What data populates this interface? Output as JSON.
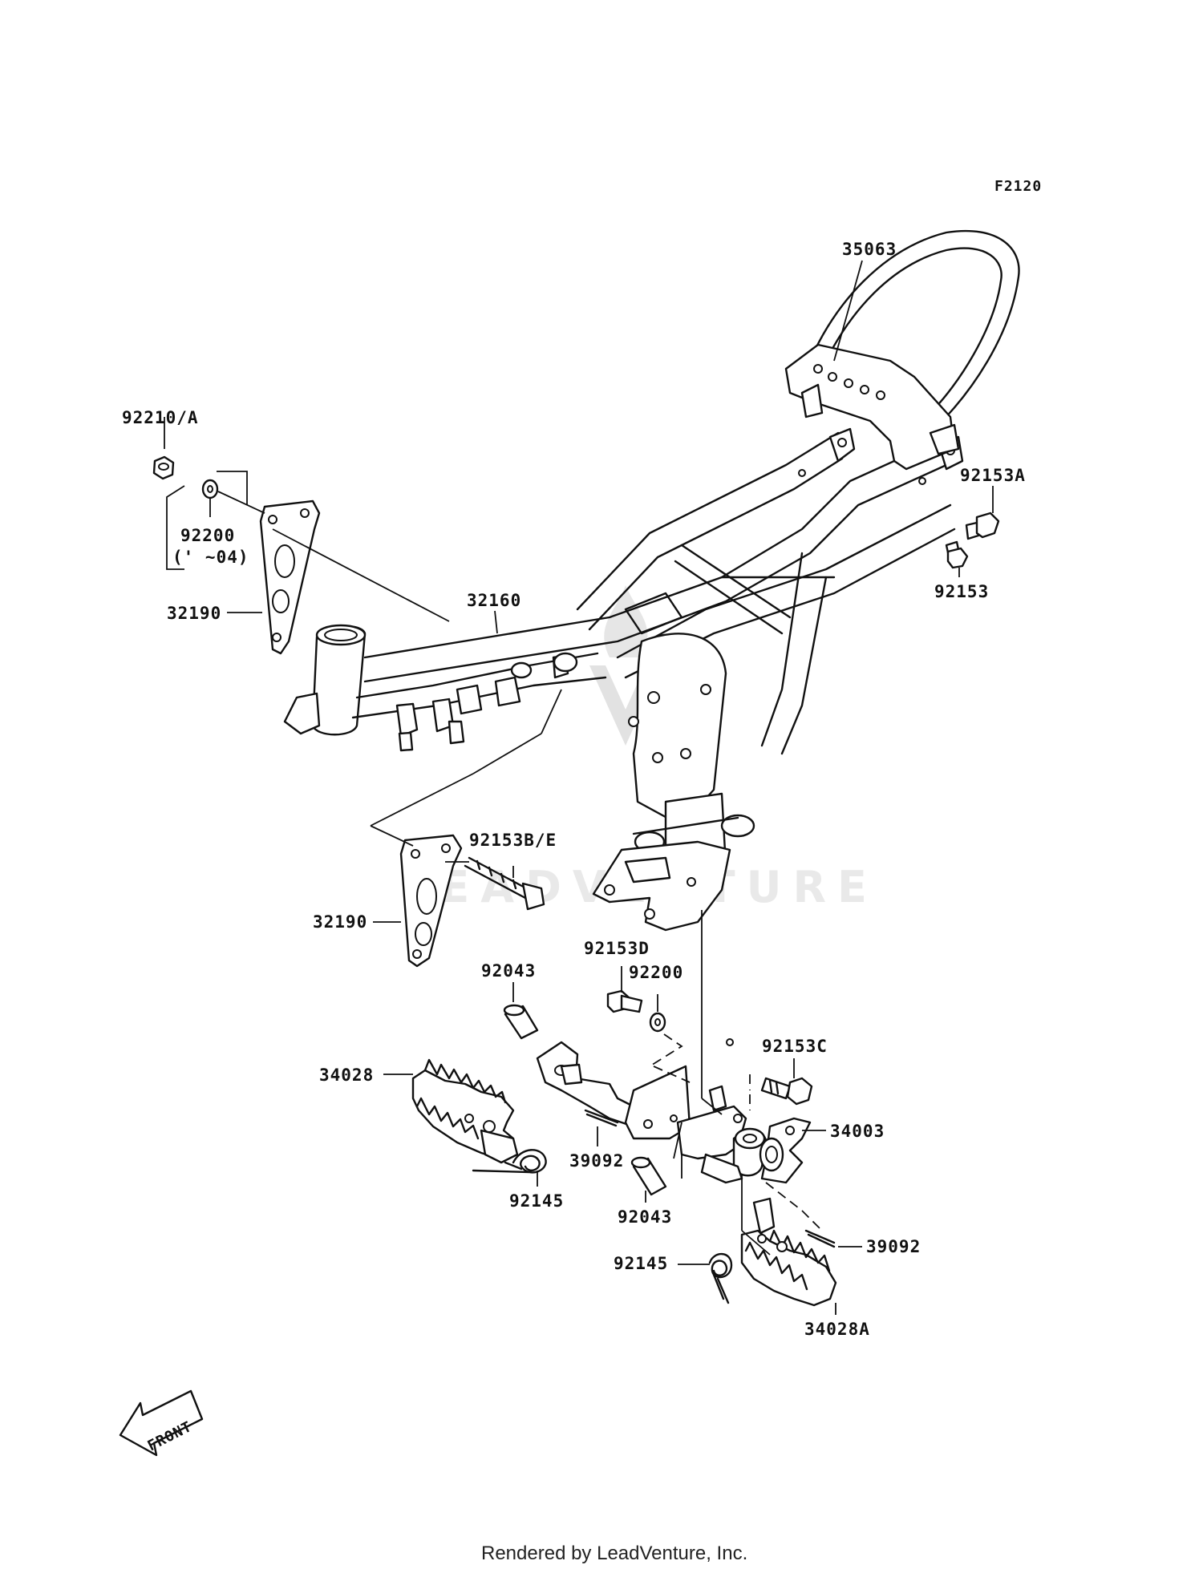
{
  "diagram": {
    "figure_code": "F2120",
    "footer": "Rendered by LeadVenture, Inc.",
    "watermark": "LEADVENTURE",
    "front_arrow": "FRONT",
    "labels": {
      "l35063": "35063",
      "l92210A": "92210/A",
      "l92200a": "92200",
      "l92200a_note": "(' ~04)",
      "l32190a": "32190",
      "l32160": "32160",
      "l92153A": "92153A",
      "l92153": "92153",
      "l92153BE": "92153B/E",
      "l32190b": "32190",
      "l92043a": "92043",
      "l92153D": "92153D",
      "l92200b": "92200",
      "l92153C": "92153C",
      "l34028": "34028",
      "l39092a": "39092",
      "l34003": "34003",
      "l92145a": "92145",
      "l92043b": "92043",
      "l39092b": "39092",
      "l92145b": "92145",
      "l34028A": "34028A"
    }
  }
}
